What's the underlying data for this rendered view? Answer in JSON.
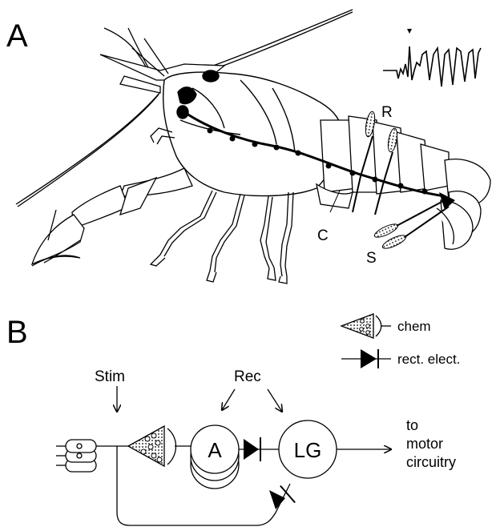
{
  "panel_a": {
    "letter": "A",
    "labels": {
      "r": "R",
      "c": "C",
      "s": "S"
    }
  },
  "panel_b": {
    "letter": "B",
    "stim": "Stim",
    "rec": "Rec",
    "neuron_a": "A",
    "neuron_lg": "LG",
    "output": {
      "line1": "to",
      "line2": "motor",
      "line3": "circuitry"
    },
    "legend": {
      "chem": "chem",
      "rect_elect": "rect. elect."
    }
  }
}
